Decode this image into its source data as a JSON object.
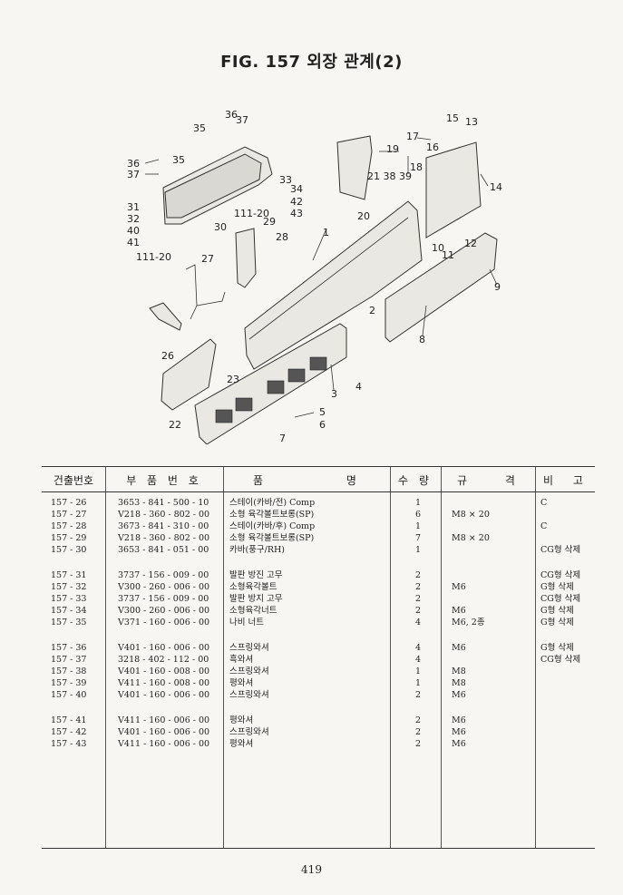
{
  "title": "FIG. 157 외장 관계(2)",
  "diagram_callouts": [
    "1",
    "2",
    "3",
    "4",
    "5",
    "6",
    "7",
    "8",
    "9",
    "10",
    "11",
    "12",
    "13",
    "14",
    "15",
    "16",
    "17",
    "18",
    "19",
    "20",
    "21 38 39",
    "22",
    "23",
    "26",
    "27",
    "28",
    "29",
    "30",
    "31",
    "32",
    "33",
    "34",
    "35",
    "36",
    "37",
    "40",
    "41",
    "42",
    "43",
    "111-20"
  ],
  "table": {
    "headers": [
      "건출번호",
      "부 품 번 호",
      "품 명",
      "수 량",
      "규 격",
      "비 고"
    ],
    "rows": [
      {
        "no": "157 - 26",
        "part": "3653 - 841 - 500 - 10",
        "name": "스테이(카바/전) Comp",
        "qty": "1",
        "spec": "",
        "remark": "C"
      },
      {
        "no": "157 - 27",
        "part": "V218 - 360 - 802 - 00",
        "name": "소형 육각볼트보롱(SP)",
        "qty": "6",
        "spec": "M8 × 20",
        "remark": ""
      },
      {
        "no": "157 - 28",
        "part": "3673 - 841 - 310 - 00",
        "name": "스테이(카바/후) Comp",
        "qty": "1",
        "spec": "",
        "remark": "C"
      },
      {
        "no": "157 - 29",
        "part": "V218 - 360 - 802 - 00",
        "name": "소형 육각볼트보롱(SP)",
        "qty": "7",
        "spec": "M8 × 20",
        "remark": ""
      },
      {
        "no": "157 - 30",
        "part": "3653 - 841 - 051 - 00",
        "name": "카바(풍구/RH)",
        "qty": "1",
        "spec": "",
        "remark": "CG형 삭제"
      },
      {
        "no": "157 - 31",
        "part": "3737 - 156 - 009 - 00",
        "name": "발판 방진 고무",
        "qty": "2",
        "spec": "",
        "remark": "CG형 삭제"
      },
      {
        "no": "157 - 32",
        "part": "V300 - 260 - 006 - 00",
        "name": "소형육각볼트",
        "qty": "2",
        "spec": "M6",
        "remark": "G형 삭제"
      },
      {
        "no": "157 - 33",
        "part": "3737 - 156 - 009 - 00",
        "name": "발판 방지 고무",
        "qty": "2",
        "spec": "",
        "remark": "CG형 삭제"
      },
      {
        "no": "157 - 34",
        "part": "V300 - 260 - 006 - 00",
        "name": "소형육각너트",
        "qty": "2",
        "spec": "M6",
        "remark": "G형 삭제"
      },
      {
        "no": "157 - 35",
        "part": "V371 - 160 - 006 - 00",
        "name": "나비 너트",
        "qty": "4",
        "spec": "M6, 2종",
        "remark": "G형 삭제"
      },
      {
        "no": "157 - 36",
        "part": "V401 - 160 - 006 - 00",
        "name": "스프링와셔",
        "qty": "4",
        "spec": "M6",
        "remark": "G형 삭제"
      },
      {
        "no": "157 - 37",
        "part": "3218 - 402 - 112 - 00",
        "name": "흑와셔",
        "qty": "4",
        "spec": "",
        "remark": "CG형 삭제"
      },
      {
        "no": "157 - 38",
        "part": "V401 - 160 - 008 - 00",
        "name": "스프링와셔",
        "qty": "1",
        "spec": "M8",
        "remark": ""
      },
      {
        "no": "157 - 39",
        "part": "V411 - 160 - 008 - 00",
        "name": "평와셔",
        "qty": "1",
        "spec": "M8",
        "remark": ""
      },
      {
        "no": "157 - 40",
        "part": "V401 - 160 - 006 - 00",
        "name": "스프링와셔",
        "qty": "2",
        "spec": "M6",
        "remark": ""
      },
      {
        "no": "157 - 41",
        "part": "V411 - 160 - 006 - 00",
        "name": "평와셔",
        "qty": "2",
        "spec": "M6",
        "remark": ""
      },
      {
        "no": "157 - 42",
        "part": "V401 - 160 - 006 - 00",
        "name": "스프링와셔",
        "qty": "2",
        "spec": "M6",
        "remark": ""
      },
      {
        "no": "157 - 43",
        "part": "V411 - 160 - 006 - 00",
        "name": "평와셔",
        "qty": "2",
        "spec": "M6",
        "remark": ""
      }
    ]
  },
  "page_number": "419"
}
